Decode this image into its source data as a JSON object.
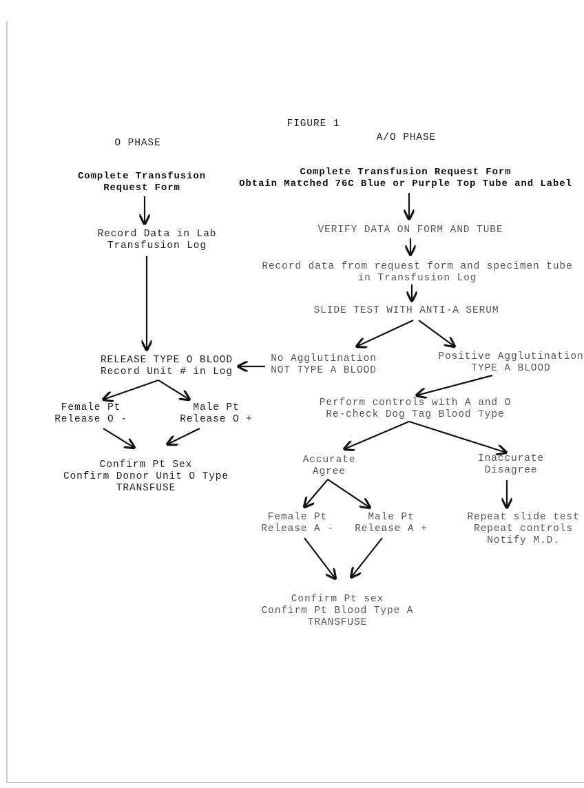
{
  "figure_title": "FIGURE 1",
  "o_phase": {
    "heading": "O PHASE",
    "request_form": [
      "Complete Transfusion",
      "Request Form"
    ],
    "record_data": [
      "Record Data in Lab",
      "Transfusion Log"
    ],
    "release_o": [
      "RELEASE TYPE O BLOOD",
      "Record Unit # in Log"
    ],
    "female": [
      "Female Pt",
      "Release O -"
    ],
    "male": [
      "Male Pt",
      "Release O +"
    ],
    "confirm": [
      "Confirm Pt Sex",
      "Confirm Donor Unit O Type",
      "TRANSFUSE"
    ]
  },
  "ao_phase": {
    "heading": "A/O PHASE",
    "request_form": [
      "Complete Transfusion Request Form",
      "Obtain Matched 76C Blue or Purple Top Tube and Label"
    ],
    "verify": "VERIFY DATA ON FORM AND TUBE",
    "record_data": [
      "Record data from request form and specimen tube",
      "in Transfusion Log"
    ],
    "slide_test": "SLIDE TEST WITH ANTI-A SERUM",
    "no_agglutination": [
      "No Agglutination",
      "NOT TYPE A BLOOD"
    ],
    "positive_agglutination": [
      "Positive Agglutination",
      "TYPE A BLOOD"
    ],
    "controls": [
      "Perform controls with A and O",
      "Re-check Dog Tag Blood Type"
    ],
    "accurate": [
      "Accurate",
      "Agree"
    ],
    "inaccurate": [
      "Inaccurate",
      "Disagree"
    ],
    "female": [
      "Female Pt",
      "Release A -"
    ],
    "male": [
      "Male Pt",
      "Release A +"
    ],
    "repeat": [
      "Repeat slide test",
      "Repeat controls",
      "Notify M.D."
    ],
    "confirm": [
      "Confirm Pt sex",
      "Confirm Pt Blood Type A",
      "TRANSFUSE"
    ]
  }
}
